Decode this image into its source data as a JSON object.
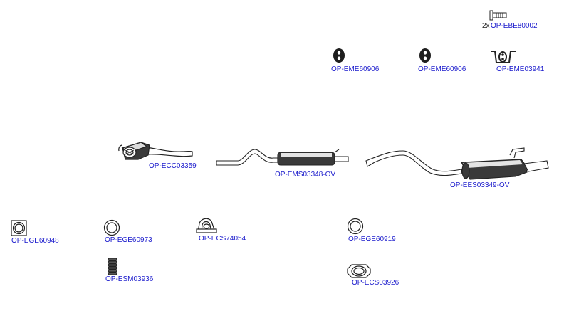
{
  "colors": {
    "link": "#1a1acc",
    "stroke": "#222222",
    "fill_dark": "#3a3a3a",
    "fill_light": "#ffffff"
  },
  "parts": [
    {
      "id": "OP-EBE80002",
      "label": "OP-EBE80002",
      "qty": "2x",
      "icon": "bolt-icon"
    },
    {
      "id": "OP-EME60906-a",
      "label": "OP-EME60906",
      "icon": "rubber-hanger-icon"
    },
    {
      "id": "OP-EME60906-b",
      "label": "OP-EME60906",
      "icon": "rubber-hanger-icon"
    },
    {
      "id": "OP-EME03941",
      "label": "OP-EME03941",
      "icon": "bracket-hanger-icon"
    },
    {
      "id": "OP-ECC03359",
      "label": "OP-ECC03359",
      "icon": "catalytic-converter-icon"
    },
    {
      "id": "OP-EMS03348-OV",
      "label": "OP-EMS03348-OV",
      "icon": "middle-silencer-icon"
    },
    {
      "id": "OP-EES03349-OV",
      "label": "OP-EES03349-OV",
      "icon": "end-silencer-icon"
    },
    {
      "id": "OP-EGE60948",
      "label": "OP-EGE60948",
      "icon": "square-gasket-icon"
    },
    {
      "id": "OP-EGE60973",
      "label": "OP-EGE60973",
      "icon": "ring-gasket-icon"
    },
    {
      "id": "OP-ECS74054",
      "label": "OP-ECS74054",
      "icon": "u-clamp-icon"
    },
    {
      "id": "OP-EGE60919",
      "label": "OP-EGE60919",
      "icon": "ring-gasket-icon"
    },
    {
      "id": "OP-ESM03936",
      "label": "OP-ESM03936",
      "icon": "spring-icon"
    },
    {
      "id": "OP-ECS03926",
      "label": "OP-ECS03926",
      "icon": "band-clamp-icon"
    }
  ]
}
